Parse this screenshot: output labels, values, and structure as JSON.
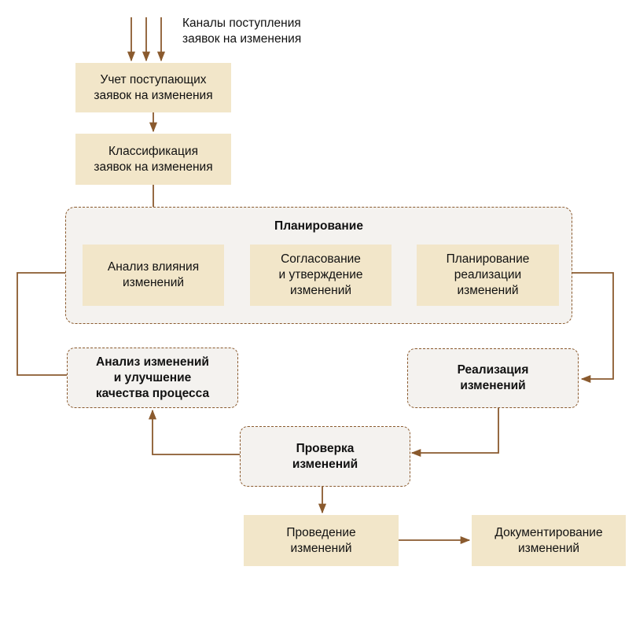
{
  "diagram": {
    "colors": {
      "box_fill": "#f2e6c9",
      "dashed_fill": "#f4f2ef",
      "border": "#8a5a2e",
      "arrow": "#8a5a2e"
    },
    "input_caption": "Каналы поступления\nзаявок на изменения",
    "nodes": {
      "intake": "Учет поступающих\nзаявок на изменения",
      "classification": "Классификация\nзаявок на изменения",
      "planning_group_title": "Планирование",
      "impact_analysis": "Анализ влияния\nизменений",
      "approval": "Согласование\nи утверждение\nизменений",
      "implementation_planning": "Планирование\nреализации\nизменений",
      "process_improvement": "Анализ изменений\nи улучшение\nкачества процесса",
      "implementation": "Реализация\nизменений",
      "verification": "Проверка\nизменений",
      "execution": "Проведение\nизменений",
      "documentation": "Документирование\nизменений"
    }
  }
}
